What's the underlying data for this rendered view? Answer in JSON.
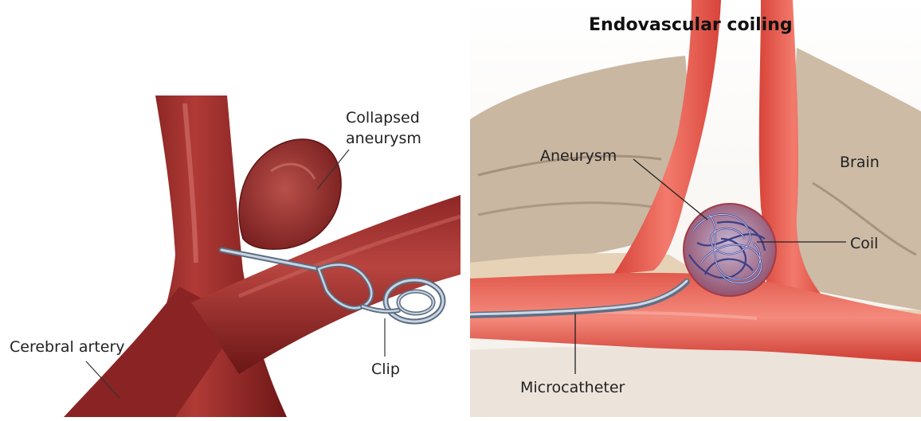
{
  "left_panel": {
    "labels": {
      "collapsed_aneurysm_line1": "Collapsed",
      "collapsed_aneurysm_line2": "aneurysm",
      "cerebral_artery": "Cerebral artery",
      "clip": "Clip"
    }
  },
  "right_panel": {
    "title": "Endovascular coiling",
    "labels": {
      "aneurysm": "Aneurysm",
      "brain": "Brain",
      "coil": "Coil",
      "microcatheter": "Microcatheter"
    }
  },
  "colors": {
    "artery_dark": "#7a1c1c",
    "artery_mid": "#a83232",
    "artery_light": "#c85a55",
    "vessel_red": "#e8564a",
    "brain_tan": "#d9c3a3",
    "brain_shadow": "#8c7a66",
    "coil_blue": "#5a5fa8",
    "steel": "#8fa0b5"
  }
}
